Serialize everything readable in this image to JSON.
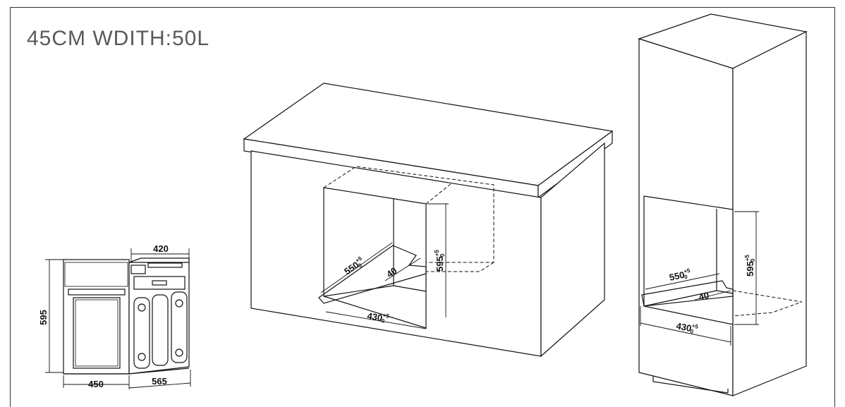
{
  "title": "45CM WDITH:50L",
  "oven": {
    "height_label": "595",
    "width_label": "450",
    "depth_label": "565",
    "top_depth_label": "420"
  },
  "cabinet_under_counter": {
    "depth_label": "550",
    "depth_tol_upper": "+5",
    "depth_tol_lower": "0",
    "height_label": "595",
    "height_tol_upper": "+5",
    "height_tol_lower": "0",
    "width_label": "430",
    "width_tol_upper": "+5",
    "width_tol_lower": "0",
    "gap_label": "40"
  },
  "cabinet_tall": {
    "depth_label": "550",
    "depth_tol_upper": "+5",
    "depth_tol_lower": "0",
    "height_label": "595",
    "height_tol_upper": "+5",
    "height_tol_lower": "0",
    "width_label": "430",
    "width_tol_upper": "+5",
    "width_tol_lower": "0",
    "gap_label": "40"
  }
}
